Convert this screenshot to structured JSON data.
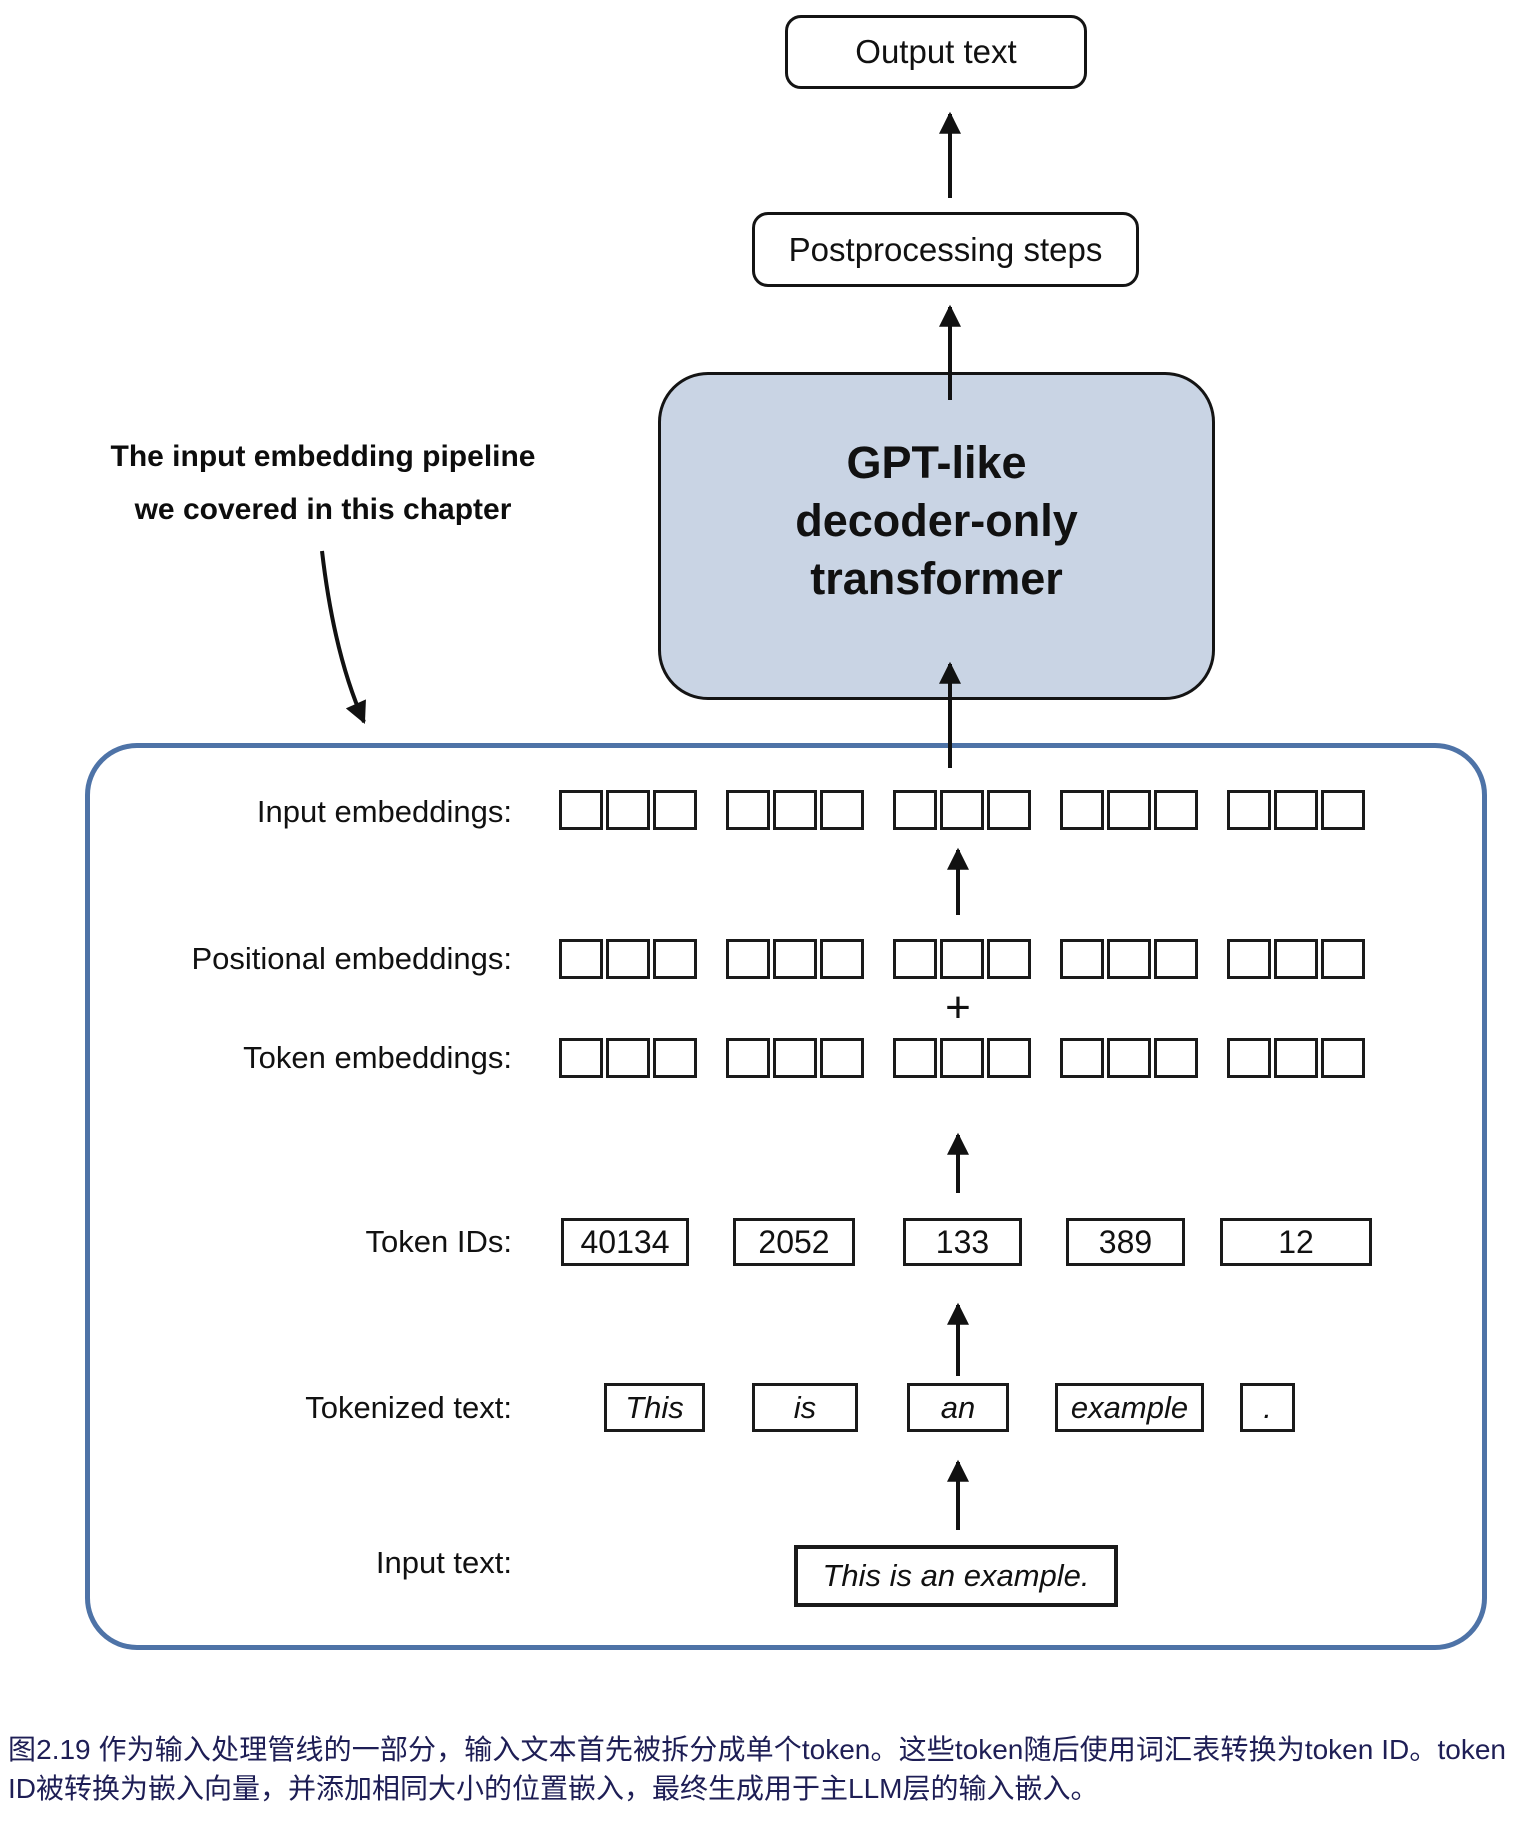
{
  "diagram": {
    "output_box_label": "Output text",
    "postprocessing_box_label": "Postprocessing steps",
    "gpt_box_label": "GPT-like\ndecoder-only\ntransformer",
    "annotation_note": "The input embedding pipeline\nwe covered in this chapter",
    "plus_sign": "+",
    "rows": {
      "input_embeddings": {
        "label": "Input embeddings:"
      },
      "positional_embeddings": {
        "label": "Positional embeddings:"
      },
      "token_embeddings": {
        "label": "Token embeddings:"
      },
      "token_ids": {
        "label": "Token IDs:",
        "values": [
          "40134",
          "2052",
          "133",
          "389",
          "12"
        ]
      },
      "tokenized_text": {
        "label": "Tokenized text:",
        "tokens": [
          "This",
          "is",
          "an",
          "example",
          "."
        ]
      },
      "input_text": {
        "label": "Input text:",
        "value": "This is an example."
      }
    },
    "embeddings": {
      "groups": 5,
      "cells_per_group": 3
    }
  },
  "caption": {
    "text": "图2.19 作为输入处理管线的一部分，输入文本首先被拆分成单个token。这些token随后使用词汇表转换为token ID。token ID被转换为嵌入向量，并添加相同大小的位置嵌入，最终生成用于主LLM层的输入嵌入。"
  },
  "colors": {
    "gpt_box_fill": "#c9d4e4",
    "pipeline_border": "#4e73a7",
    "caption_text": "#1e1e55",
    "line_color": "#111111"
  }
}
